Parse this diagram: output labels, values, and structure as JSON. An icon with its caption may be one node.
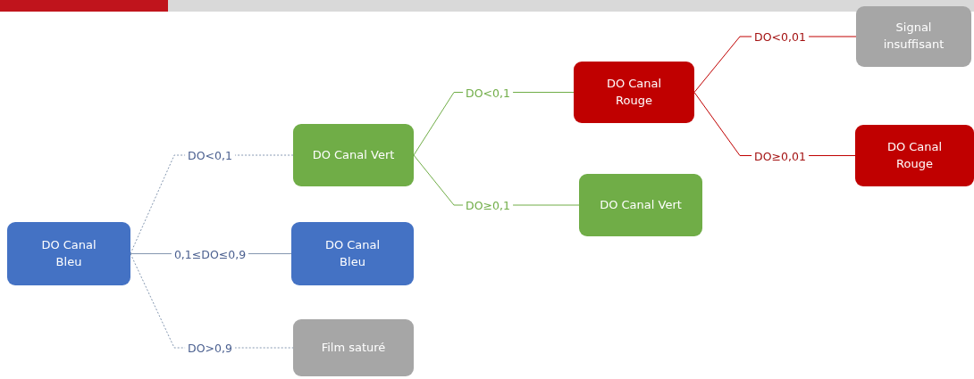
{
  "diagram": {
    "nodes": [
      {
        "text": [
          "DO Canal Bleu"
        ]
      },
      {
        "text": [
          "DO Canal Vert"
        ]
      },
      {
        "text": [
          "DO Canal Bleu"
        ]
      },
      {
        "text": [
          "Film saturé"
        ]
      },
      {
        "text": [
          "DO Canal Rouge"
        ]
      },
      {
        "text": [
          "DO Canal Vert"
        ]
      },
      {
        "text": [
          "Signal insuffisant"
        ]
      },
      {
        "text": [
          "DO Canal Rouge"
        ]
      }
    ],
    "edges": [
      {
        "from": 0,
        "to": 1,
        "arrow": "none",
        "label": "DO<0,1",
        "style": "dashed"
      },
      {
        "from": 0,
        "to": 2,
        "arrow": "none",
        "label": "0,1≤DO≤0,9"
      },
      {
        "from": 0,
        "to": 3,
        "arrow": "none",
        "label": "DO>0,9",
        "style": "dashed"
      },
      {
        "from": 1,
        "to": 4,
        "arrow": "none",
        "label": "DO<0,1",
        "color": "#70ad47"
      },
      {
        "from": 1,
        "to": 5,
        "arrow": "none",
        "label": "DO≥0,1",
        "color": "#70ad47"
      },
      {
        "from": 4,
        "to": 6,
        "arrow": "none",
        "label": "DO<0,01",
        "color": "#c00000"
      },
      {
        "from": 4,
        "to": 7,
        "arrow": "none",
        "label": "DO≥0,01",
        "color": "#c00000"
      }
    ]
  }
}
